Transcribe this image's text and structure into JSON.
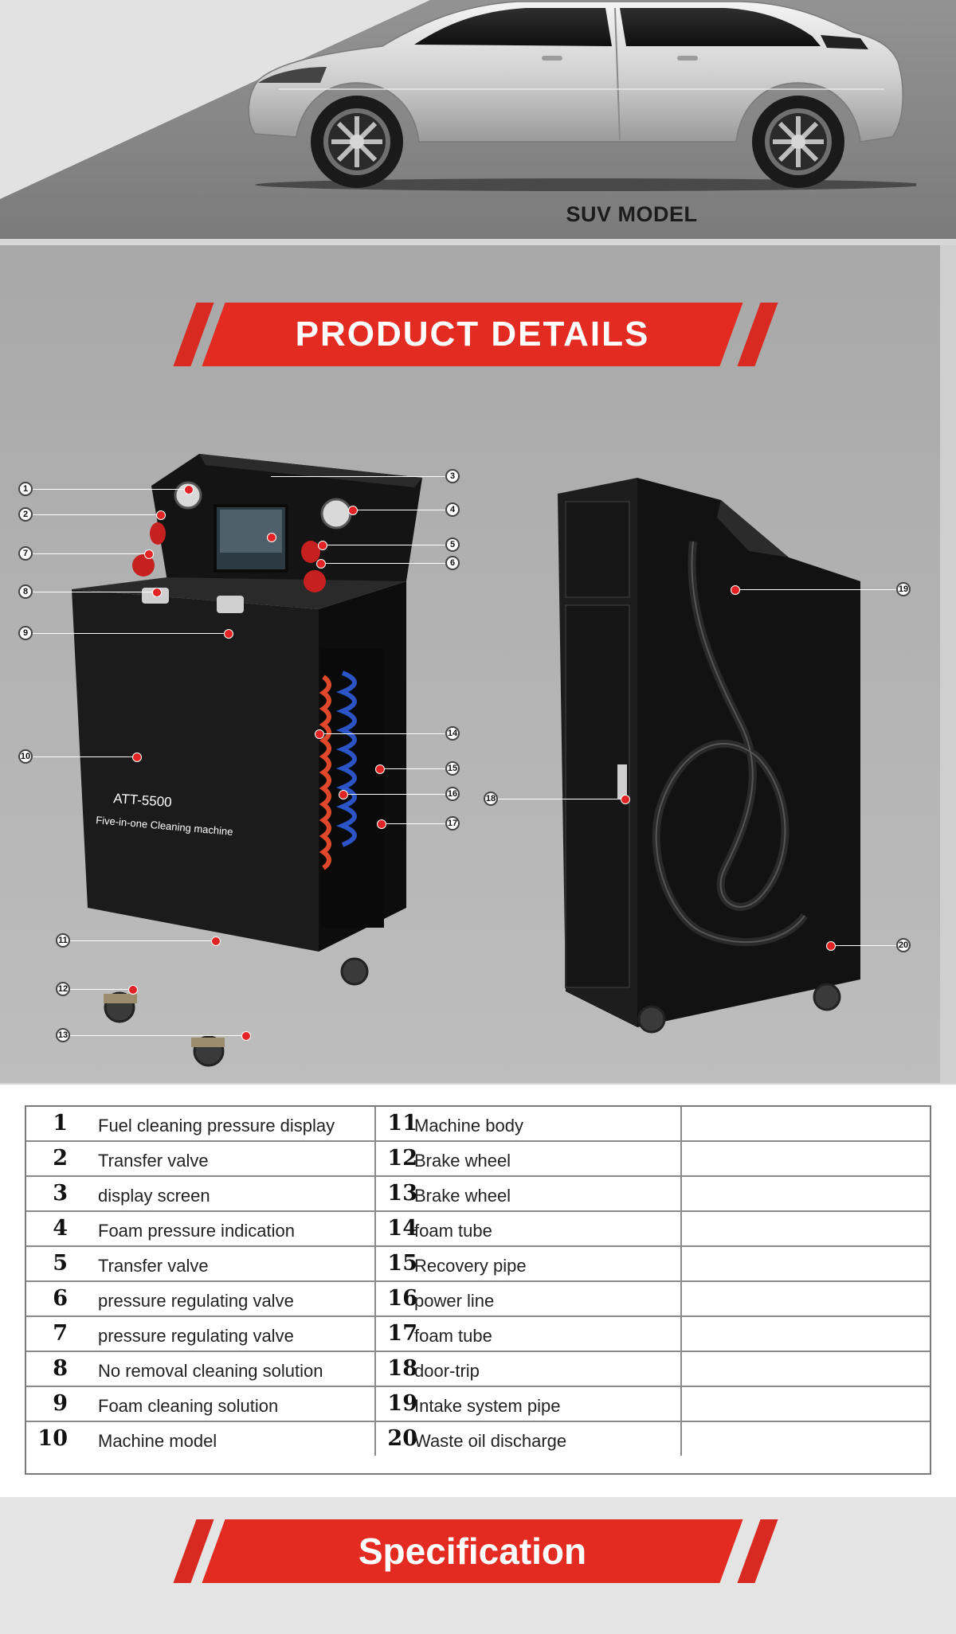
{
  "hero": {
    "label": "SUV MODEL"
  },
  "details": {
    "title": "PRODUCT DETAILS",
    "machine_front": {
      "model": "ATT-5500",
      "subtitle": "Five-in-one Cleaning machine"
    },
    "callouts_front": [
      "1",
      "2",
      "3",
      "4",
      "5",
      "6",
      "7",
      "8",
      "9",
      "10",
      "11",
      "12",
      "13",
      "14",
      "15",
      "16",
      "17"
    ],
    "callouts_back": [
      "18",
      "19",
      "20"
    ]
  },
  "parts": {
    "rows": [
      {
        "num_a": "1",
        "label_a": "Fuel cleaning pressure display",
        "num_b": "11",
        "label_b": "Machine body"
      },
      {
        "num_a": "2",
        "label_a": "Transfer valve",
        "num_b": "12",
        "label_b": "Brake wheel"
      },
      {
        "num_a": "3",
        "label_a": "display screen",
        "num_b": "13",
        "label_b": "Brake wheel"
      },
      {
        "num_a": "4",
        "label_a": "Foam pressure indication",
        "num_b": "14",
        "label_b": "foam tube"
      },
      {
        "num_a": "5",
        "label_a": "Transfer valve",
        "num_b": "15",
        "label_b": "Recovery pipe"
      },
      {
        "num_a": "6",
        "label_a": "pressure regulating valve",
        "num_b": "16",
        "label_b": "power line"
      },
      {
        "num_a": "7",
        "label_a": "pressure regulating valve",
        "num_b": "17",
        "label_b": "foam tube"
      },
      {
        "num_a": "8",
        "label_a": "No removal cleaning solution",
        "num_b": "18",
        "label_b": "door-trip"
      },
      {
        "num_a": "9",
        "label_a": "Foam cleaning solution",
        "num_b": "19",
        "label_b": "Intake system pipe"
      },
      {
        "num_a": "10",
        "label_a": "Machine model",
        "num_b": "20",
        "label_b": "Waste oil discharge"
      }
    ]
  },
  "spec": {
    "title": "Specification"
  },
  "colors": {
    "accent": "#e32b22",
    "machine": "#111111",
    "background": "#b0b0b0"
  }
}
